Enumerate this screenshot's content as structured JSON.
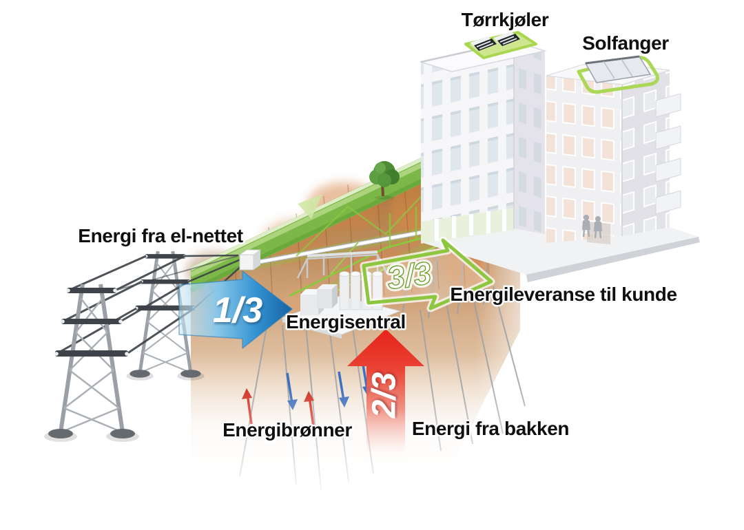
{
  "diagram": {
    "background_color": "#ffffff",
    "text_color": "#101010",
    "labels": {
      "dry_cooler": "Tørrkjøler",
      "solar_collector": "Solfanger",
      "grid_energy": "Energi fra el-nettet",
      "energy_central": "Energisentral",
      "delivery_to_customer": "Energileveranse til kunde",
      "energy_wells": "Energibrønner",
      "ground_energy": "Energi fra bakken"
    },
    "fractions": {
      "from_grid": "1/3",
      "from_ground": "2/3",
      "to_customer": "3/3"
    },
    "colors": {
      "grid_arrow_blue": "#1b75bc",
      "ground_arrow_red": "#e32a1e",
      "delivery_green": "#8dc63f",
      "grass_green": "#7cb847",
      "soil_brown": "#c99e72"
    }
  }
}
